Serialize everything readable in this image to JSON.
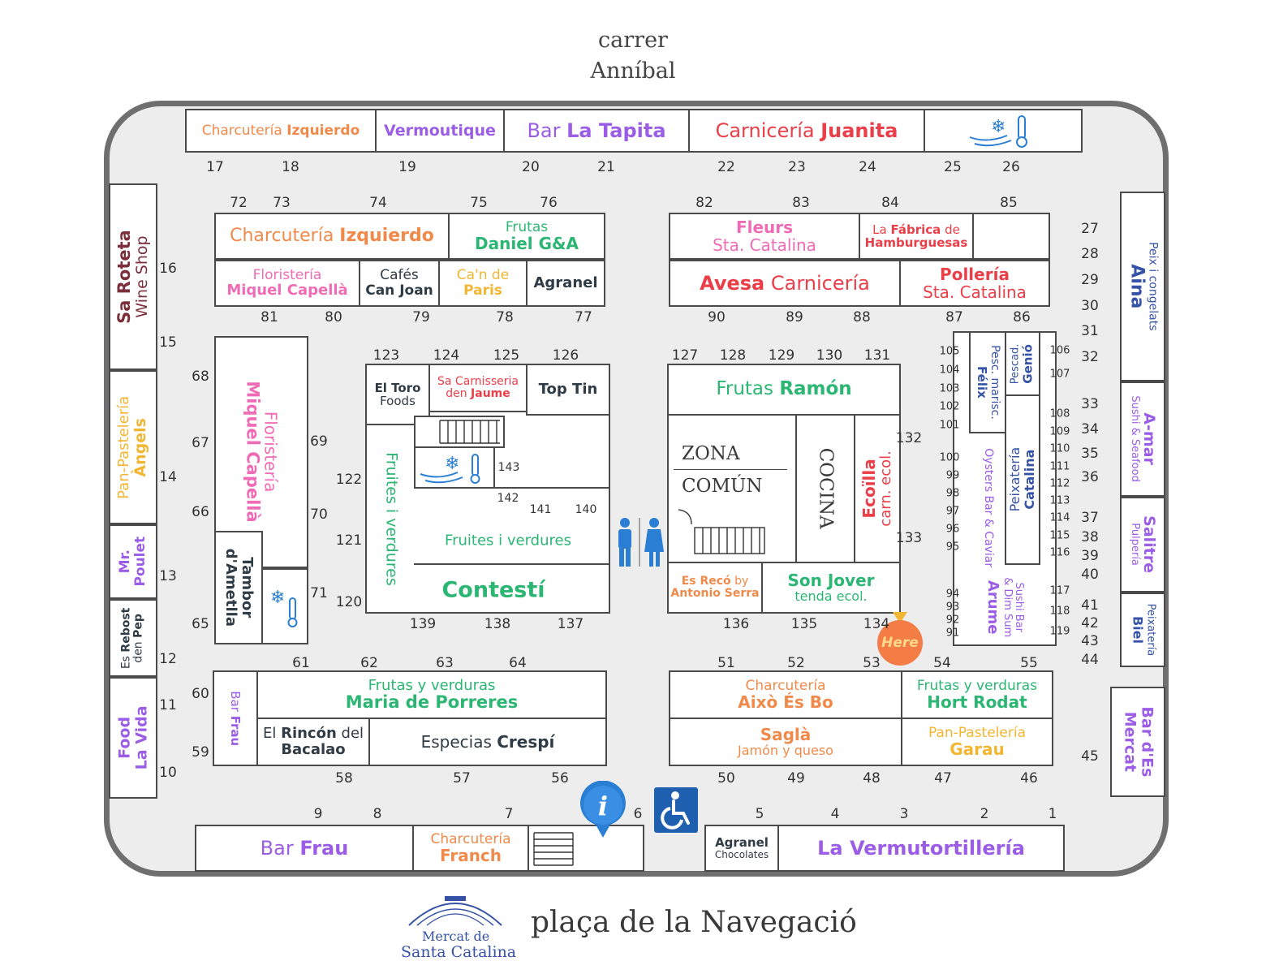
{
  "streets": {
    "top_line1": "carrer",
    "top_line2": "Anníbal",
    "bottom": "plaça de la Navegació"
  },
  "logo": {
    "line1": "Mercat de",
    "line2": "Santa Catalina"
  },
  "colors": {
    "orange": "#f08a4b",
    "purple": "#9b5de5",
    "red": "#ea3f49",
    "green": "#2bb673",
    "pink": "#f06bb5",
    "yellow": "#f2b632",
    "dark": "#2f3b45",
    "blue": "#3552a6",
    "maroon": "#7a2f3b",
    "here": "#f47c45"
  },
  "stalls": {
    "charc_izq_top": [
      "Charcutería",
      "Izquierdo"
    ],
    "vermoutique": "Vermoutique",
    "la_tapita": [
      "Bar",
      "La Tapita"
    ],
    "juanita": [
      "Carnicería",
      "Juanita"
    ],
    "charc_izq": [
      "Charcutería",
      "Izquierdo"
    ],
    "daniel": [
      "Frutas",
      "Daniel G&A"
    ],
    "floristeria": [
      "Floristería",
      "Miquel Capellà"
    ],
    "cafes": [
      "Cafés",
      "Can Joan"
    ],
    "can_paris": [
      "Ca'n de",
      "Paris"
    ],
    "agranel": "Agranel",
    "fleurs": [
      "Fleurs",
      "Sta. Catalina"
    ],
    "fabrica": [
      "La",
      "Fábrica",
      "de",
      "Hamburguesas"
    ],
    "avesa": [
      "Avesa",
      "Carnicería"
    ],
    "polleria": [
      "Pollería",
      "Sta. Catalina"
    ],
    "sa_roteta": [
      "Sa Roteta",
      "Wine Shop"
    ],
    "angels": [
      "Pan-Pastelería",
      "Àngels"
    ],
    "poulet": [
      "Mr.",
      "Poulet"
    ],
    "rebost": [
      "Es",
      "Rebost",
      "den",
      "Pep"
    ],
    "food_vida": [
      "Food",
      "La Vida"
    ],
    "flor_vert": [
      "Floristería",
      "Miquel Capellà"
    ],
    "tambor": [
      "Tambor",
      "d'Ametlla"
    ],
    "el_toro": [
      "El Toro",
      "Foods"
    ],
    "sa_carnisseria": [
      "Sa Carnisseria",
      "den",
      "Jaume"
    ],
    "top_tin": "Top Tin",
    "fruites_vert": "Fruites i verdures",
    "fruites_inner": "Fruites i verdures",
    "contesti": "Contestí",
    "frutas_ramon": [
      "Frutas",
      "Ramón"
    ],
    "zona": [
      "ZONA",
      "COMÚN"
    ],
    "cocina": "COCINA",
    "ecoilla": [
      "Ecoïlla",
      "carn. ecol."
    ],
    "es_reco": [
      "Es Recó",
      "by",
      "Antonio Serra"
    ],
    "son_jover": [
      "Son Jover",
      "tenda ecol."
    ],
    "pesc_felix": [
      "Pesc. marisc.",
      "Félix"
    ],
    "pescad_genio": [
      "Pescad.",
      "Genió"
    ],
    "oysters": "Oysters Bar & Caviar",
    "peix_catalina": [
      "Peixatería",
      "Catalina"
    ],
    "arume": [
      "Sushi Bar",
      "& Dim Sum",
      "Arume"
    ],
    "aina": [
      "Peix i congelats",
      "Aina"
    ],
    "amar": [
      "A-mar",
      "Sushi & Seafood"
    ],
    "salitre": [
      "Salitre",
      "Pulpería"
    ],
    "biel": [
      "Peixatería",
      "Biel"
    ],
    "bar_frau_v": [
      "Bar",
      "Frau"
    ],
    "maria": [
      "Frutas y verduras",
      "Maria de Porreres"
    ],
    "bacalao": [
      "El",
      "Rincón",
      "del",
      "Bacalao"
    ],
    "crespi": [
      "Especias",
      "Crespí"
    ],
    "aixo": [
      "Charcutería",
      "Això És Bo"
    ],
    "hort": [
      "Frutas y verduras",
      "Hort Rodat"
    ],
    "sagla": [
      "Saglà",
      "Jamón y queso"
    ],
    "garau": [
      "Pan-Pastelería",
      "Garau"
    ],
    "bar_desmercat": [
      "Bar d'Es",
      "Mercat"
    ],
    "bar_frau": [
      "Bar",
      "Frau"
    ],
    "franch": [
      "Charcutería",
      "Franch"
    ],
    "agranel_choc": [
      "Agranel",
      "Chocolates"
    ],
    "vermutortilleria": "La Vermutortillería"
  },
  "here_label": "Here",
  "numbers": {
    "top": [
      "17",
      "18",
      "19",
      "20",
      "21",
      "22",
      "23",
      "24",
      "25",
      "26"
    ],
    "r1_top": [
      "72",
      "73",
      "74",
      "75",
      "76",
      "82",
      "83",
      "84",
      "85"
    ],
    "r1_bot": [
      "81",
      "80",
      "79",
      "78",
      "77",
      "90",
      "89",
      "88",
      "87",
      "86"
    ],
    "left": [
      "16",
      "15",
      "14",
      "13",
      "12",
      "11",
      "10"
    ],
    "flor": [
      "68",
      "67",
      "66",
      "65",
      "69",
      "70",
      "71"
    ],
    "mid_top": [
      "123",
      "124",
      "125",
      "126",
      "127",
      "128",
      "129",
      "130",
      "131"
    ],
    "mid_left": [
      "122",
      "121",
      "120"
    ],
    "mid_in": [
      "143",
      "142",
      "141",
      "140"
    ],
    "mid_bot": [
      "139",
      "138",
      "137",
      "136",
      "135",
      "134"
    ],
    "right_mid": [
      "132",
      "133"
    ],
    "fish_l": [
      "105",
      "104",
      "103",
      "102",
      "101",
      "100",
      "99",
      "98",
      "97",
      "96",
      "95",
      "94",
      "93",
      "92",
      "91"
    ],
    "fish_r": [
      "106",
      "107",
      "108",
      "109",
      "110",
      "111",
      "112",
      "113",
      "114",
      "115",
      "116",
      "117",
      "118",
      "119"
    ],
    "right": [
      "27",
      "28",
      "29",
      "30",
      "31",
      "32",
      "33",
      "34",
      "35",
      "36",
      "37",
      "38",
      "39",
      "40",
      "41",
      "42",
      "43",
      "44",
      "45"
    ],
    "r3_top": [
      "61",
      "62",
      "63",
      "64",
      "51",
      "52",
      "53",
      "54",
      "55"
    ],
    "r3_left": [
      "60",
      "59"
    ],
    "r3_bot": [
      "58",
      "57",
      "56",
      "50",
      "49",
      "48",
      "47",
      "46"
    ],
    "bottom": [
      "9",
      "8",
      "7",
      "6",
      "5",
      "4",
      "3",
      "2",
      "1"
    ]
  }
}
